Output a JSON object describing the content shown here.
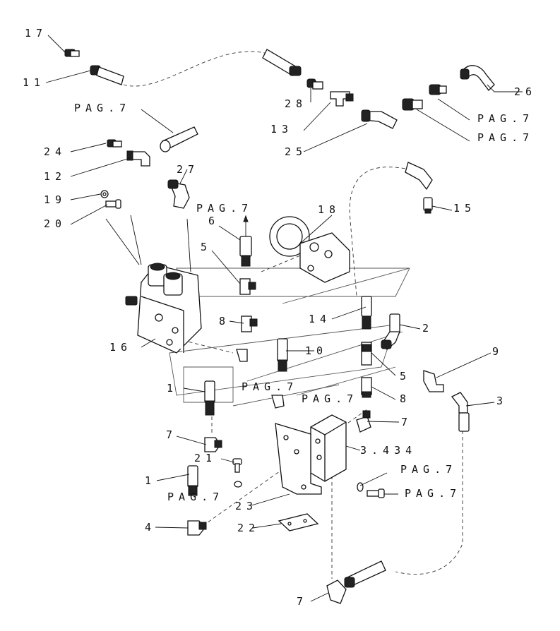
{
  "labels": {
    "l17": "17",
    "l11": "11",
    "lpag_a": "PAG.7",
    "l24": "24",
    "l12": "12",
    "l27": "27",
    "l19": "19",
    "l20": "20",
    "lpag_b": "PAG.7",
    "l6": "6",
    "l5a": "5",
    "l18": "18",
    "l28": "28",
    "l13": "13",
    "l25": "25",
    "l26": "26",
    "lpag_c": "PAG.7",
    "lpag_d": "PAG.7",
    "l15": "15",
    "l14": "14",
    "l2": "2",
    "l8a": "8",
    "l16": "16",
    "l10": "10",
    "l5b": "5",
    "l9": "9",
    "l3": "3",
    "l1a": "1",
    "lpag_e": "PAG.7",
    "lpag_f": "PAG.7",
    "l8b": "8",
    "l7a": "7",
    "l7b": "7",
    "l3434": "3.434",
    "l21": "21",
    "l1b": "1",
    "lpag_g": "PAG.7",
    "lpag_h": "PAG.7",
    "lpag_i": "PAG.7",
    "l23": "23",
    "l4": "4",
    "l22": "22",
    "l7c": "7"
  }
}
